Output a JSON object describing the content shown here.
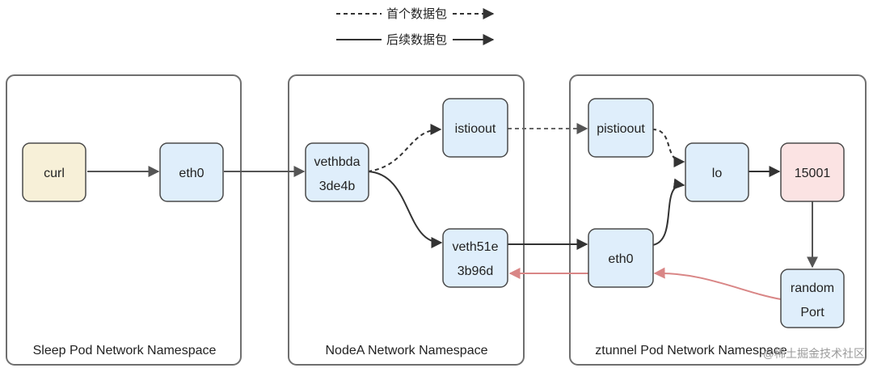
{
  "legend": {
    "first_packet": "首个数据包",
    "subsequent_packets": "后续数据包"
  },
  "namespaces": {
    "sleep": "Sleep Pod Network Namespace",
    "nodea": "NodeA Network Namespace",
    "ztunnel": "ztunnel Pod Network Namespace"
  },
  "nodes": {
    "curl": "curl",
    "sleep_eth0": "eth0",
    "vethbda_line1": "vethbda",
    "vethbda_line2": "3de4b",
    "istioout": "istioout",
    "veth51e_line1": "veth51e",
    "veth51e_line2": "3b96d",
    "pistioout": "pistioout",
    "lo": "lo",
    "port15001": "15001",
    "ztunnel_eth0": "eth0",
    "random_line1": "random",
    "random_line2": "Port"
  },
  "watermark": "@稀土掘金技术社区",
  "colors": {
    "node_blue": "#dfeefb",
    "node_yellow": "#f7f0d8",
    "node_pink": "#fbe3e3",
    "return_arrow": "#d98686"
  }
}
